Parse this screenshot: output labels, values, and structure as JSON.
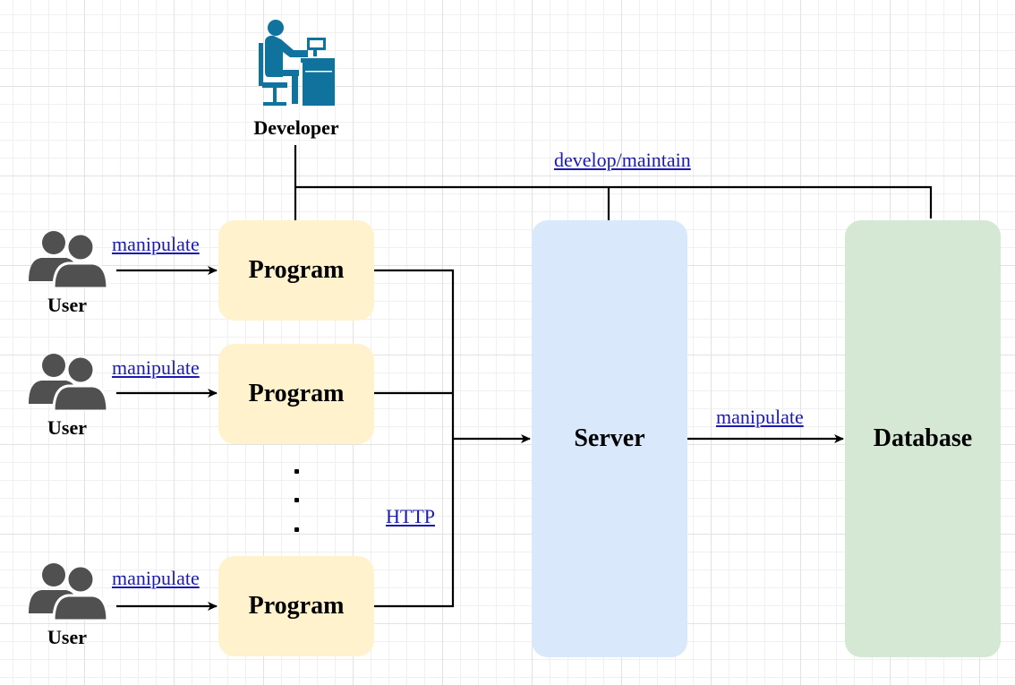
{
  "developer": {
    "icon": "developer-at-desk-icon",
    "label": "Developer"
  },
  "developer_edge_label": "develop/maintain",
  "users": [
    {
      "icon": "user-group-icon",
      "label": "User",
      "edge_label": "manipulate",
      "program_label": "Program"
    },
    {
      "icon": "user-group-icon",
      "label": "User",
      "edge_label": "manipulate",
      "program_label": "Program"
    },
    {
      "icon": "user-group-icon",
      "label": "User",
      "edge_label": "manipulate",
      "program_label": "Program"
    }
  ],
  "http_label": "HTTP",
  "server": {
    "label": "Server"
  },
  "server_db_edge_label": "manipulate",
  "database": {
    "label": "Database"
  },
  "colors": {
    "program_fill": "#fff2cc",
    "server_fill": "#dae8fc",
    "database_fill": "#d5e8d4",
    "icon_developer": "#10739e",
    "icon_user": "#505050",
    "link": "#1a1ab0"
  }
}
